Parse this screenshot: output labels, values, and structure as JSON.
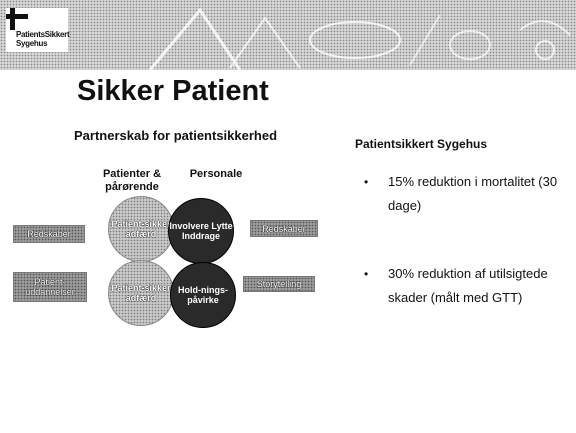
{
  "logo": {
    "line1": "PatientsSikkert",
    "line2": "Sygehus"
  },
  "title": "Sikker Patient",
  "subtitle_left": "Partnerskab for patientsikkerhed",
  "subtitle_right": "Patientsikkert Sygehus",
  "columns": {
    "left": "Patienter & pårørende",
    "right": "Personale"
  },
  "circles": {
    "top_left": "Patient-sikker adfærd",
    "top_right": "Involvere Lytte Inddrage",
    "bottom_left": "Patient-sikker adfærd",
    "bottom_right": "Hold-nings-påvirke"
  },
  "tags": {
    "left_top": "Redskaber",
    "right_top": "Redskaber",
    "left_bottom": "Patient-uddannelser",
    "right_bottom": "Storytelling"
  },
  "bullets": [
    "15% reduktion i mortalitet (30 dage)",
    "30% reduktion af utilsigtede skader (målt med GTT)"
  ],
  "colors": {
    "dark_circle": "#2a2a2a",
    "light_texture": "#c9c9c9"
  }
}
